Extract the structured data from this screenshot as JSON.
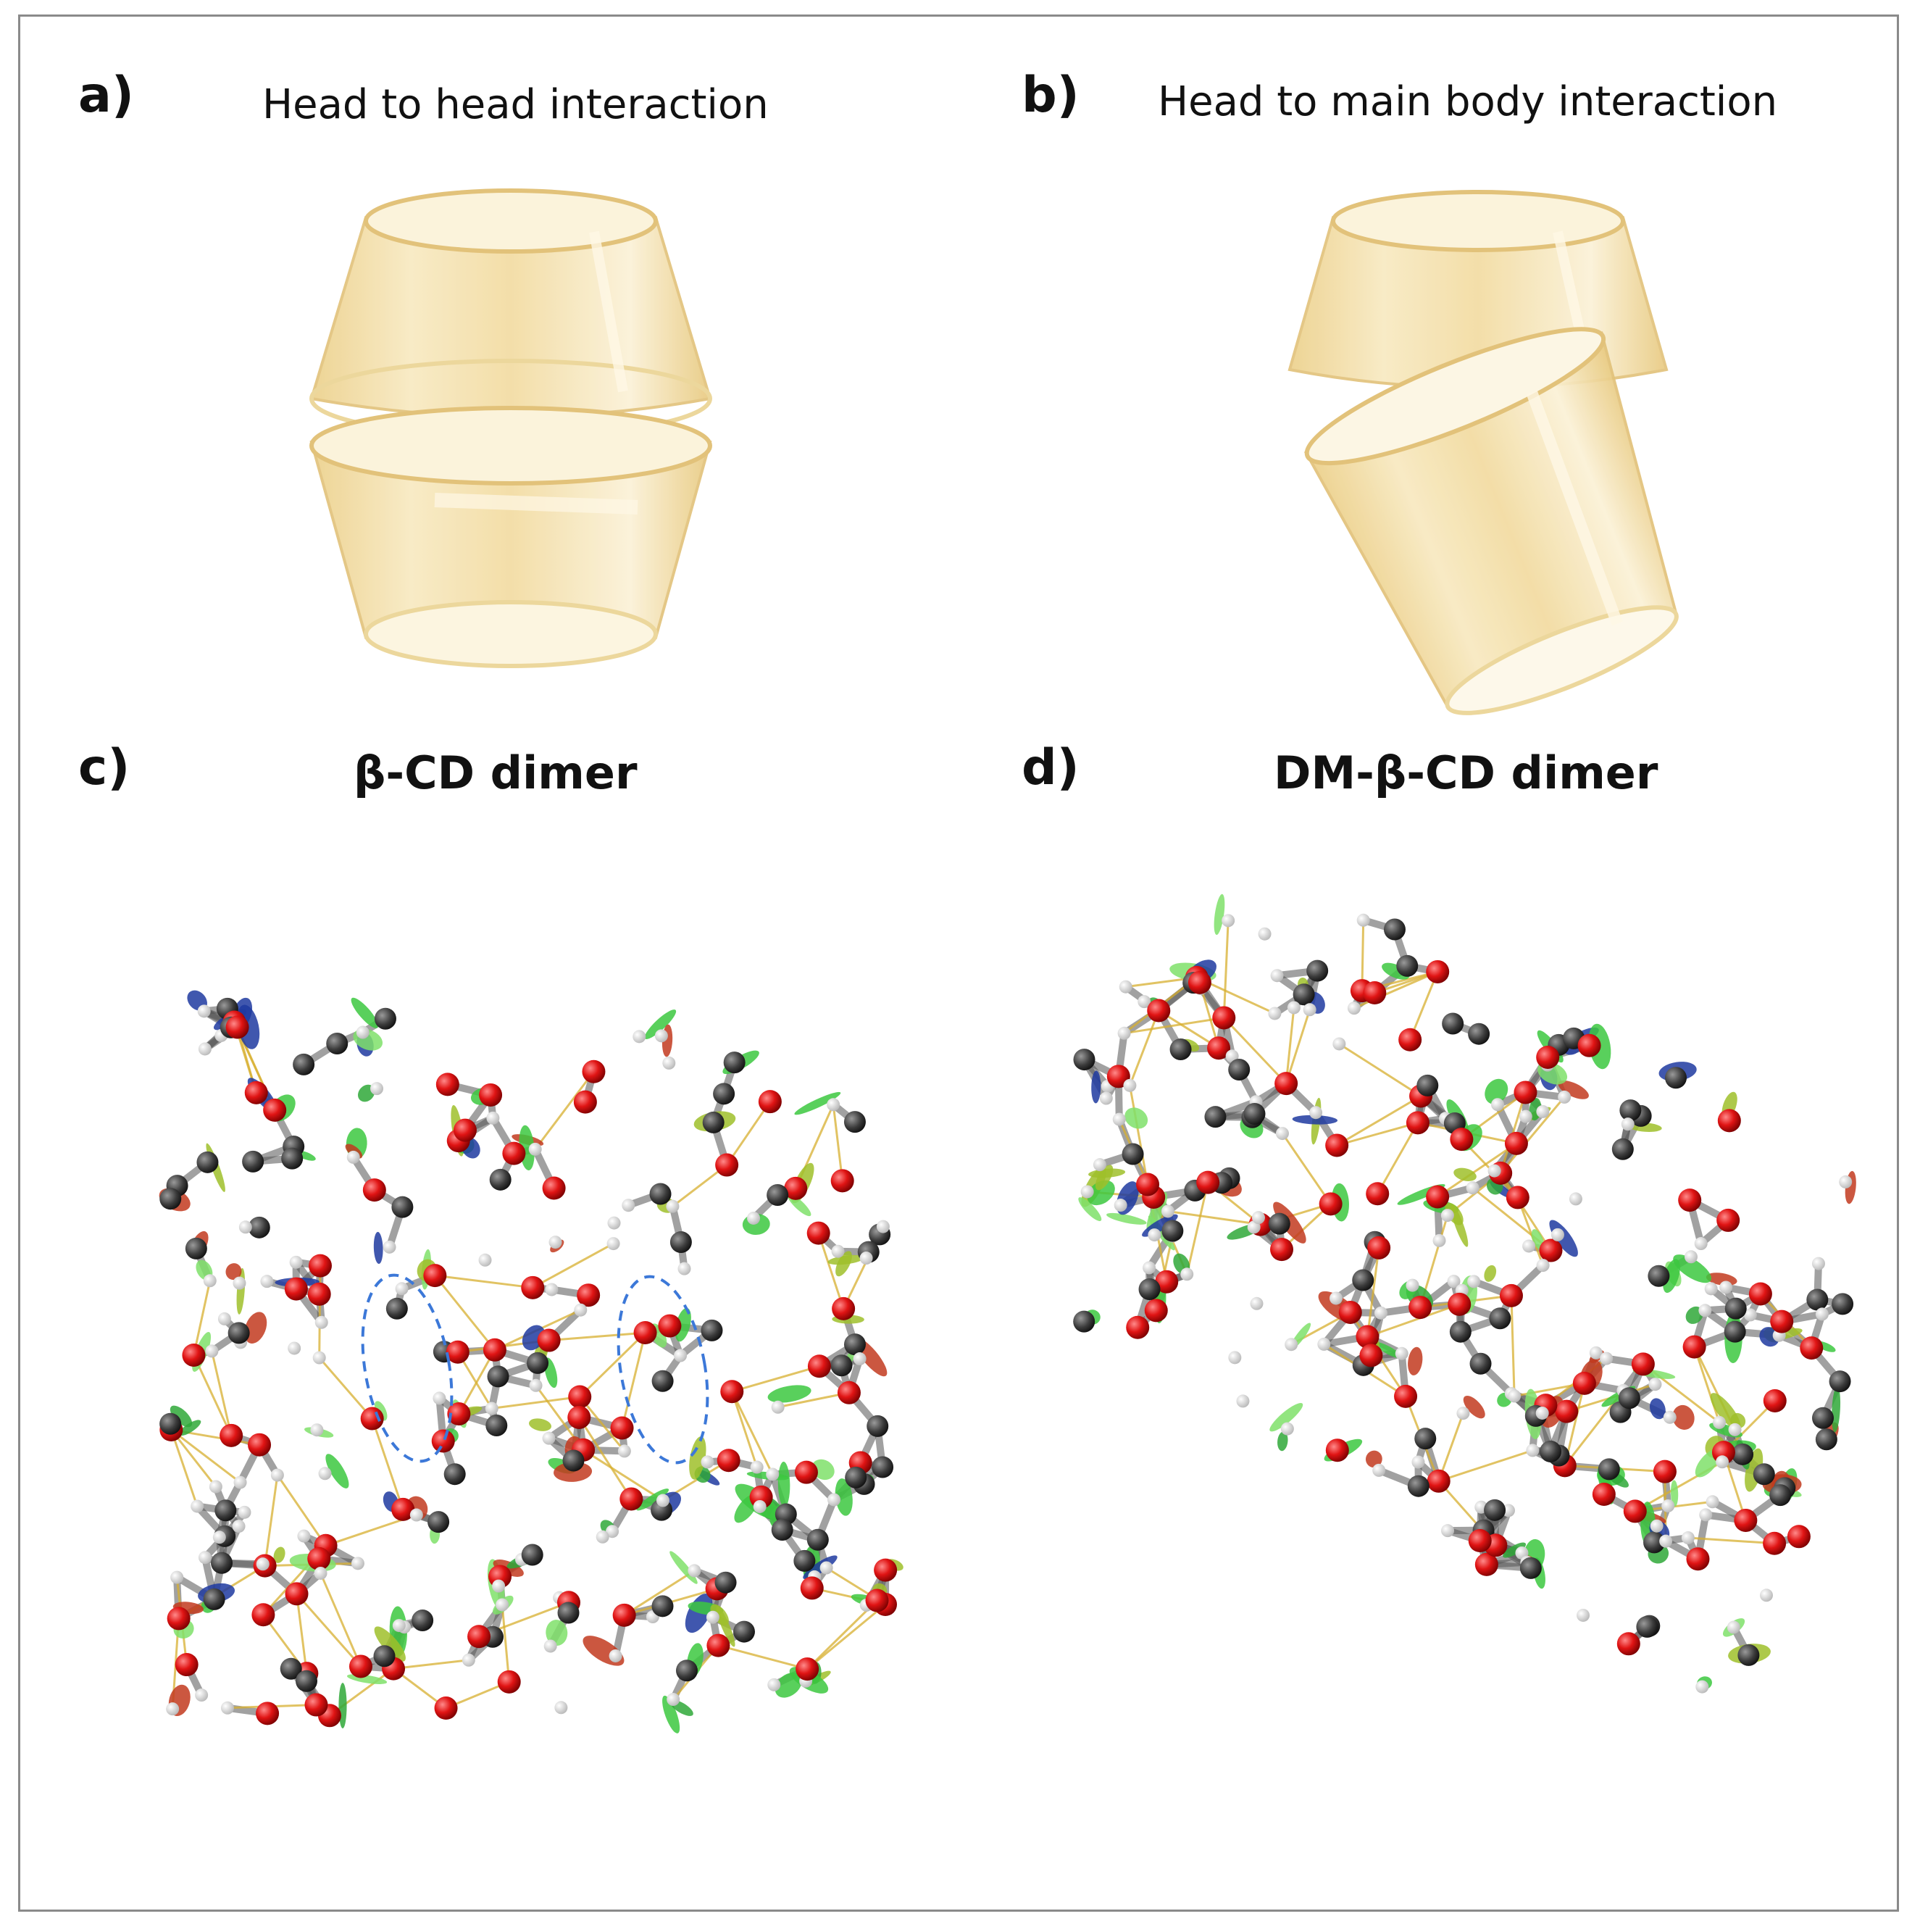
{
  "panels": [
    {
      "letter": "a)",
      "title": "Head to head interaction"
    },
    {
      "letter": "b)",
      "title": "Head to main body interaction"
    },
    {
      "letter": "c)",
      "title": "β-CD dimer"
    },
    {
      "letter": "d)",
      "title": "DM-β-CD dimer"
    }
  ],
  "colors": {
    "cup_fill": "#f3dfa6",
    "cup_edge": "#e2c27a",
    "oxygen": "#e01414",
    "carbon": "#3c3c3c",
    "hydrogen": "#f4f4f4",
    "bond": "#555555",
    "hbond": "#d8b030",
    "surface_green": "#3cc840",
    "surface_red": "#c23a1e",
    "surface_blue": "#1e3aa0",
    "highlight_ellipse": "#3c78d8"
  }
}
